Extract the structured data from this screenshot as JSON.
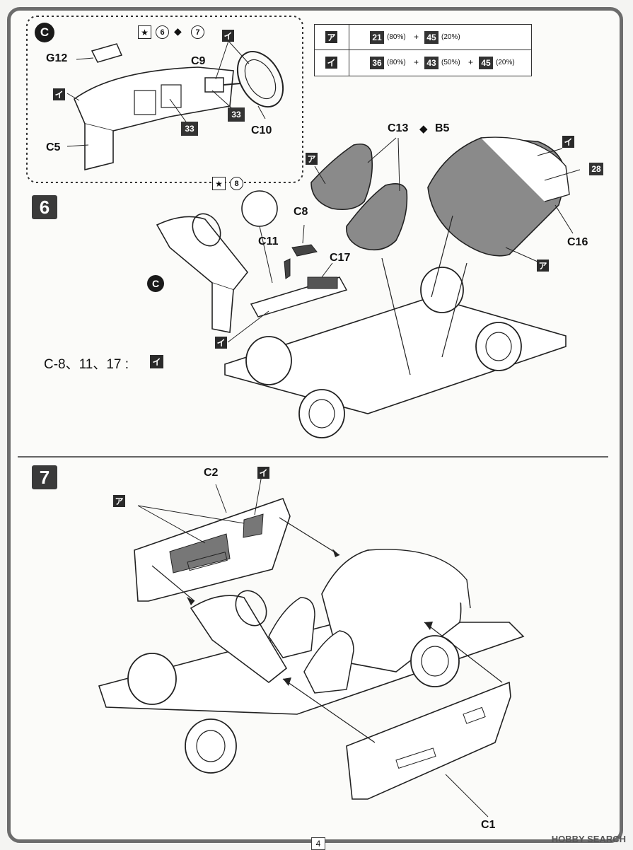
{
  "sectionC": {
    "badge": "C",
    "parts": {
      "g12": "G12",
      "c5": "C5",
      "c9": "C9",
      "c10": "C10"
    },
    "kana": "イ",
    "num33": "33",
    "ref": {
      "star": "★",
      "circle": "6",
      "arrow": "◆",
      "circle2": "7"
    }
  },
  "colorTable": {
    "rows": [
      {
        "key": "ア",
        "items": [
          {
            "code": "21",
            "pct": "(80%)"
          },
          {
            "code": "45",
            "pct": "(20%)"
          }
        ]
      },
      {
        "key": "イ",
        "items": [
          {
            "code": "36",
            "pct": "(80%)"
          },
          {
            "code": "43",
            "pct": "(50%)"
          },
          {
            "code": "45",
            "pct": "(20%)"
          }
        ]
      }
    ],
    "plus": "+"
  },
  "step6": {
    "number": "6",
    "parts": {
      "c13": "C13",
      "b5": "B5",
      "c8": "C8",
      "c11": "C11",
      "c17": "C17",
      "c16": "C16"
    },
    "kana_a": "ア",
    "kana_i": "イ",
    "num28": "28",
    "ref": {
      "star": "★",
      "circle": "8"
    },
    "circC": "C",
    "note": "C-8、11、17 :",
    "note_kana": "イ"
  },
  "step7": {
    "number": "7",
    "parts": {
      "c2": "C2",
      "c1": "C1"
    },
    "kana_a": "ア",
    "kana_i": "イ"
  },
  "footer": {
    "page": "4",
    "watermark": "HOBBY SEARCH"
  }
}
